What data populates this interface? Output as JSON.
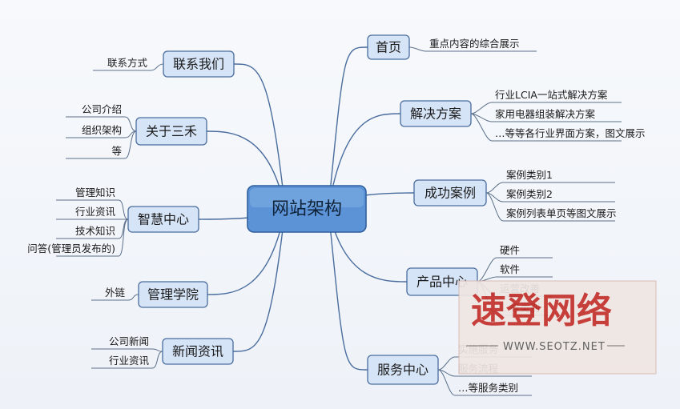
{
  "center": {
    "label": "网站架构"
  },
  "right": [
    {
      "label": "首页",
      "leaves": [
        "重点内容的综合展示"
      ]
    },
    {
      "label": "解决方案",
      "leaves": [
        "行业LCIA一站式解决方案",
        "家用电器组装解决方案",
        "…等等各行业界面方案，图文展示"
      ]
    },
    {
      "label": "成功案例",
      "leaves": [
        "案例类别1",
        "案例类别2",
        "案例列表单页等图文展示"
      ]
    },
    {
      "label": "产品中心",
      "leaves": [
        "硬件",
        "软件",
        "运营改善",
        "…等类别"
      ]
    },
    {
      "label": "服务中心",
      "leaves": [
        "实施服务",
        "服务流程",
        "…等服务类别"
      ]
    }
  ],
  "left": [
    {
      "label": "联系我们",
      "leaves": [
        "联系方式"
      ]
    },
    {
      "label": "关于三禾",
      "leaves": [
        "公司介绍",
        "组织架构",
        "等"
      ]
    },
    {
      "label": "智慧中心",
      "leaves": [
        "管理知识",
        "行业资讯",
        "技术知识",
        "问答(管理员发布的)"
      ]
    },
    {
      "label": "管理学院",
      "leaves": [
        "外链"
      ]
    },
    {
      "label": "新闻资讯",
      "leaves": [
        "公司新闻",
        "行业资讯"
      ]
    }
  ],
  "watermark": {
    "title": "速登网络",
    "url": "WWW.SEOTZ.NET"
  }
}
